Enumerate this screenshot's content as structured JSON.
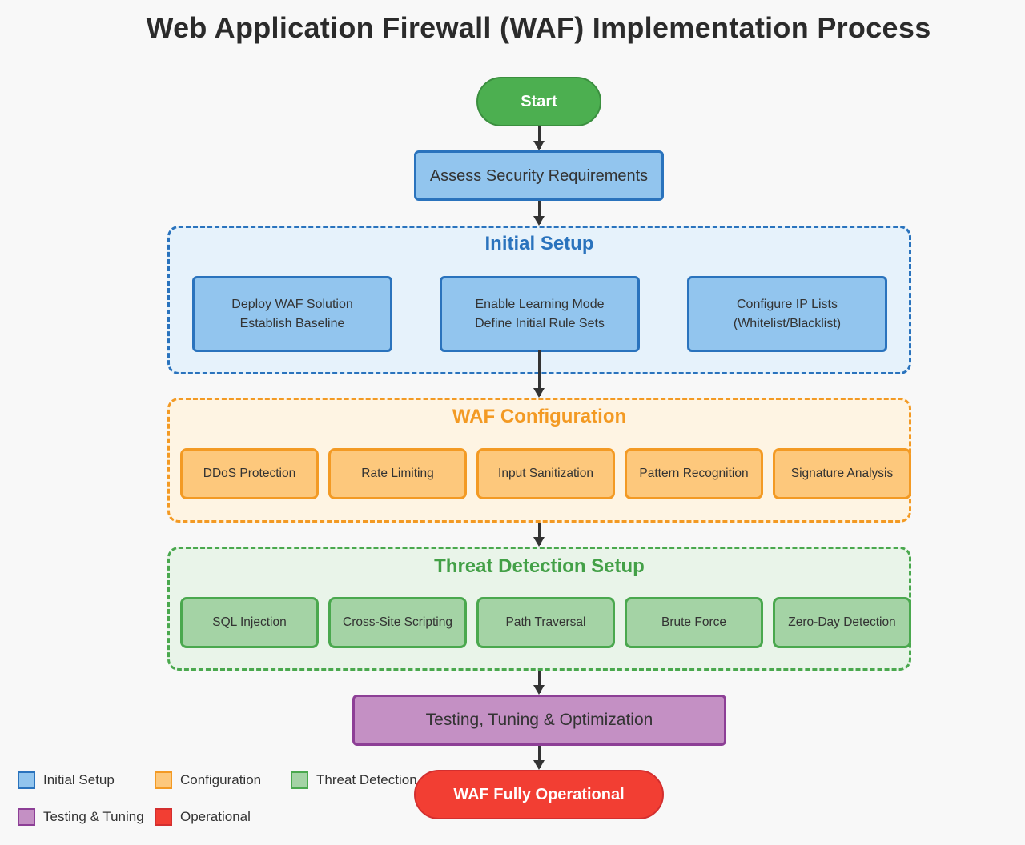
{
  "title": "Web Application Firewall (WAF) Implementation Process",
  "colors": {
    "initial": "#92c5ee",
    "configuration": "#fdc87c",
    "threat": "#a4d3a5",
    "testing": "#c490c4",
    "operational": "#f23e33",
    "start": "#4caf50"
  },
  "nodes": {
    "start": "Start",
    "assess": "Assess Security Requirements",
    "testing": "Testing, Tuning & Optimization",
    "end": "WAF Fully Operational"
  },
  "groups": {
    "initial": {
      "title": "Initial Setup",
      "items": [
        "Deploy WAF Solution\nEstablish Baseline",
        "Enable Learning Mode\nDefine Initial Rule Sets",
        "Configure IP Lists\n(Whitelist/Blacklist)"
      ]
    },
    "configuration": {
      "title": "WAF Configuration",
      "items": [
        "DDoS Protection",
        "Rate Limiting",
        "Input Sanitization",
        "Pattern Recognition",
        "Signature Analysis"
      ]
    },
    "threat": {
      "title": "Threat Detection Setup",
      "items": [
        "SQL Injection",
        "Cross-Site Scripting",
        "Path Traversal",
        "Brute Force",
        "Zero-Day Detection"
      ]
    }
  },
  "legend": [
    {
      "label": "Initial Setup"
    },
    {
      "label": "Configuration"
    },
    {
      "label": "Threat Detection"
    },
    {
      "label": "Testing & Tuning"
    },
    {
      "label": "Operational"
    }
  ]
}
